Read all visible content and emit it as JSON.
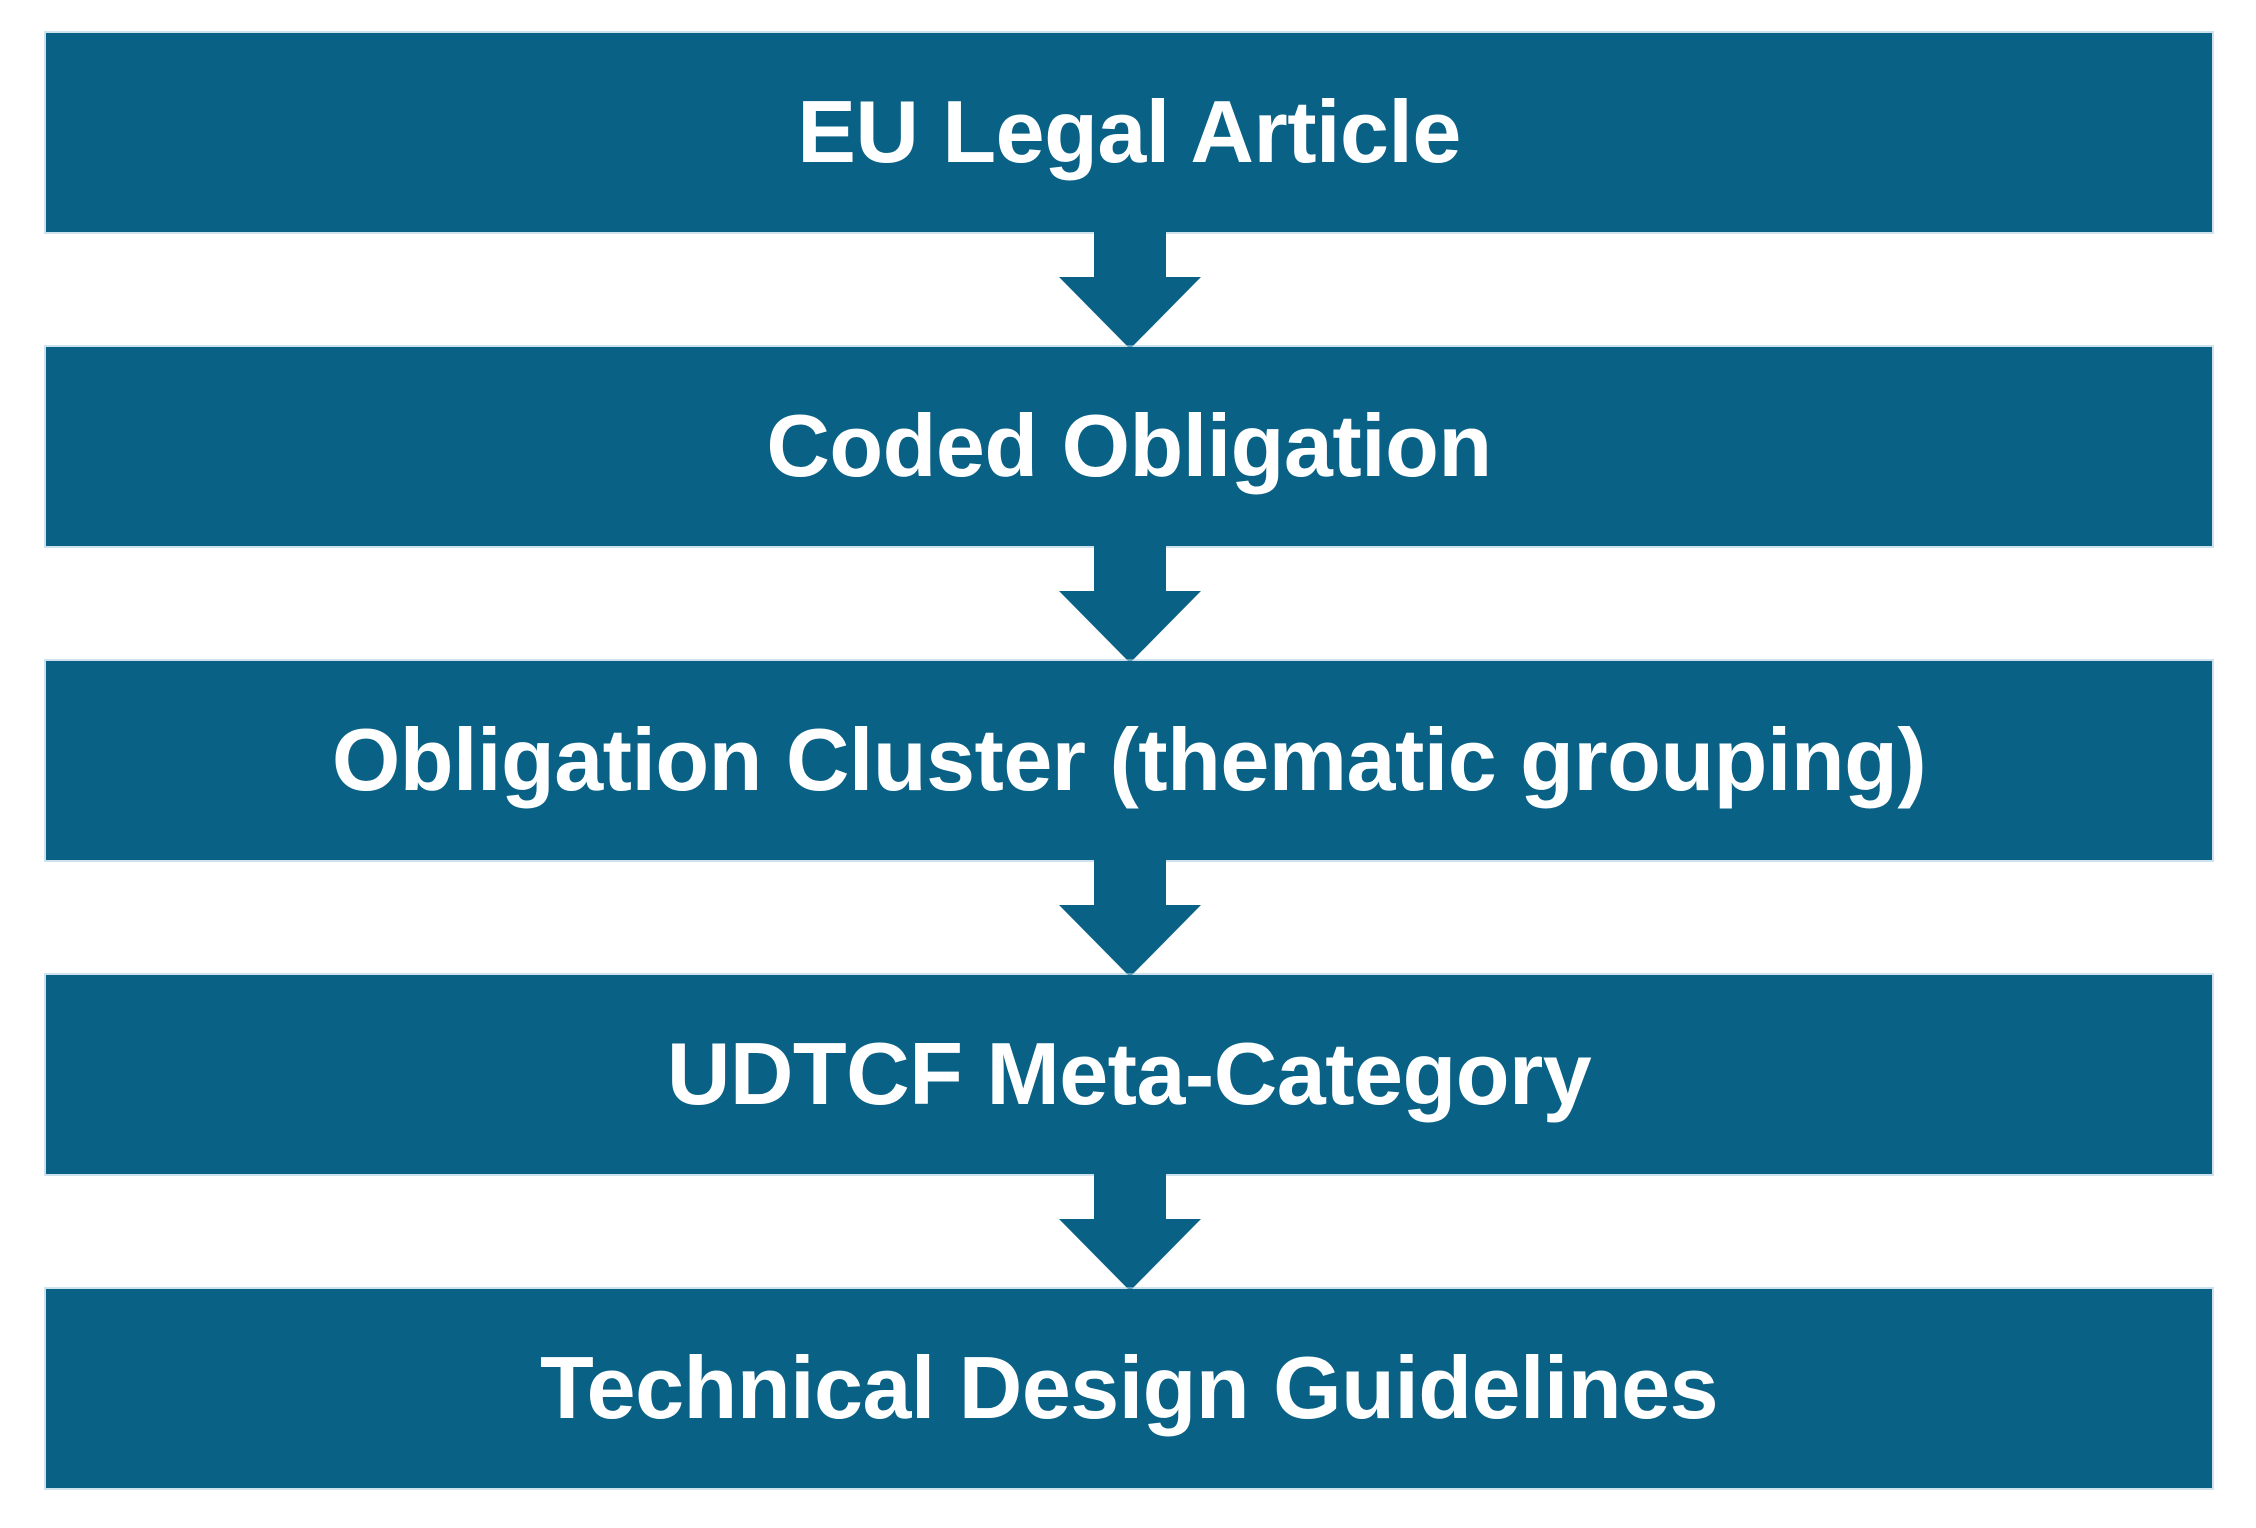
{
  "diagram": {
    "title": "EU Legal Article to Technical Design Guidelines mapping flow",
    "orientation": "vertical-top-down",
    "background_color": "#ffffff",
    "node_fill_color": "#0a6186",
    "node_text_color": "#ffffff",
    "connector_color": "#0a6186",
    "nodes": [
      {
        "id": "node-1",
        "label": "EU Legal Article"
      },
      {
        "id": "node-2",
        "label": "Coded Obligation"
      },
      {
        "id": "node-3",
        "label": "Obligation Cluster (thematic grouping)"
      },
      {
        "id": "node-4",
        "label": "UDTCF Meta-Category"
      },
      {
        "id": "node-5",
        "label": "Technical Design Guidelines"
      }
    ],
    "connectors": [
      {
        "id": "connector-1",
        "icon": "arrow-down-icon",
        "from": "node-1",
        "to": "node-2"
      },
      {
        "id": "connector-2",
        "icon": "arrow-down-icon",
        "from": "node-2",
        "to": "node-3"
      },
      {
        "id": "connector-3",
        "icon": "arrow-down-icon",
        "from": "node-3",
        "to": "node-4"
      },
      {
        "id": "connector-4",
        "icon": "arrow-down-icon",
        "from": "node-4",
        "to": "node-5"
      }
    ]
  }
}
